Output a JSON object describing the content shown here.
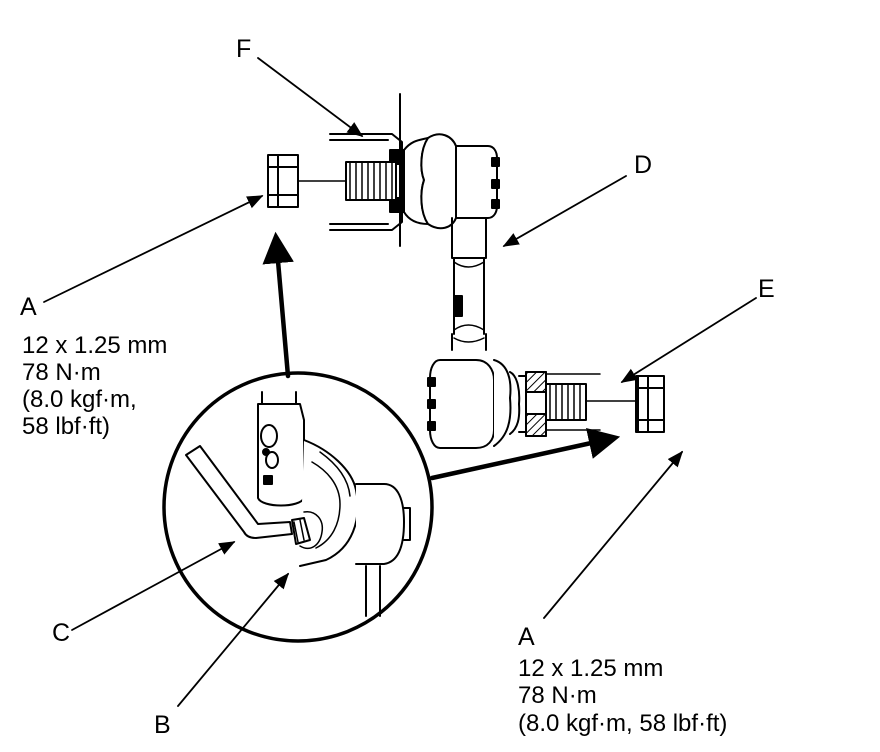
{
  "callouts": {
    "a_upper": "A",
    "a_lower": "A",
    "b": "B",
    "c": "C",
    "d": "D",
    "e": "E",
    "f": "F"
  },
  "specs": {
    "upper": {
      "size": "12 x 1.25 mm",
      "torque_nm": "78 N·m",
      "torque_kgf": "(8.0 kgf·m,",
      "torque_lbf": "58 lbf·ft)"
    },
    "lower": {
      "size": "12 x 1.25 mm",
      "torque_nm": "78 N·m",
      "torque_combined": "(8.0 kgf·m, 58 lbf·ft)"
    }
  },
  "colors": {
    "ink": "#000000",
    "paper": "#ffffff"
  }
}
